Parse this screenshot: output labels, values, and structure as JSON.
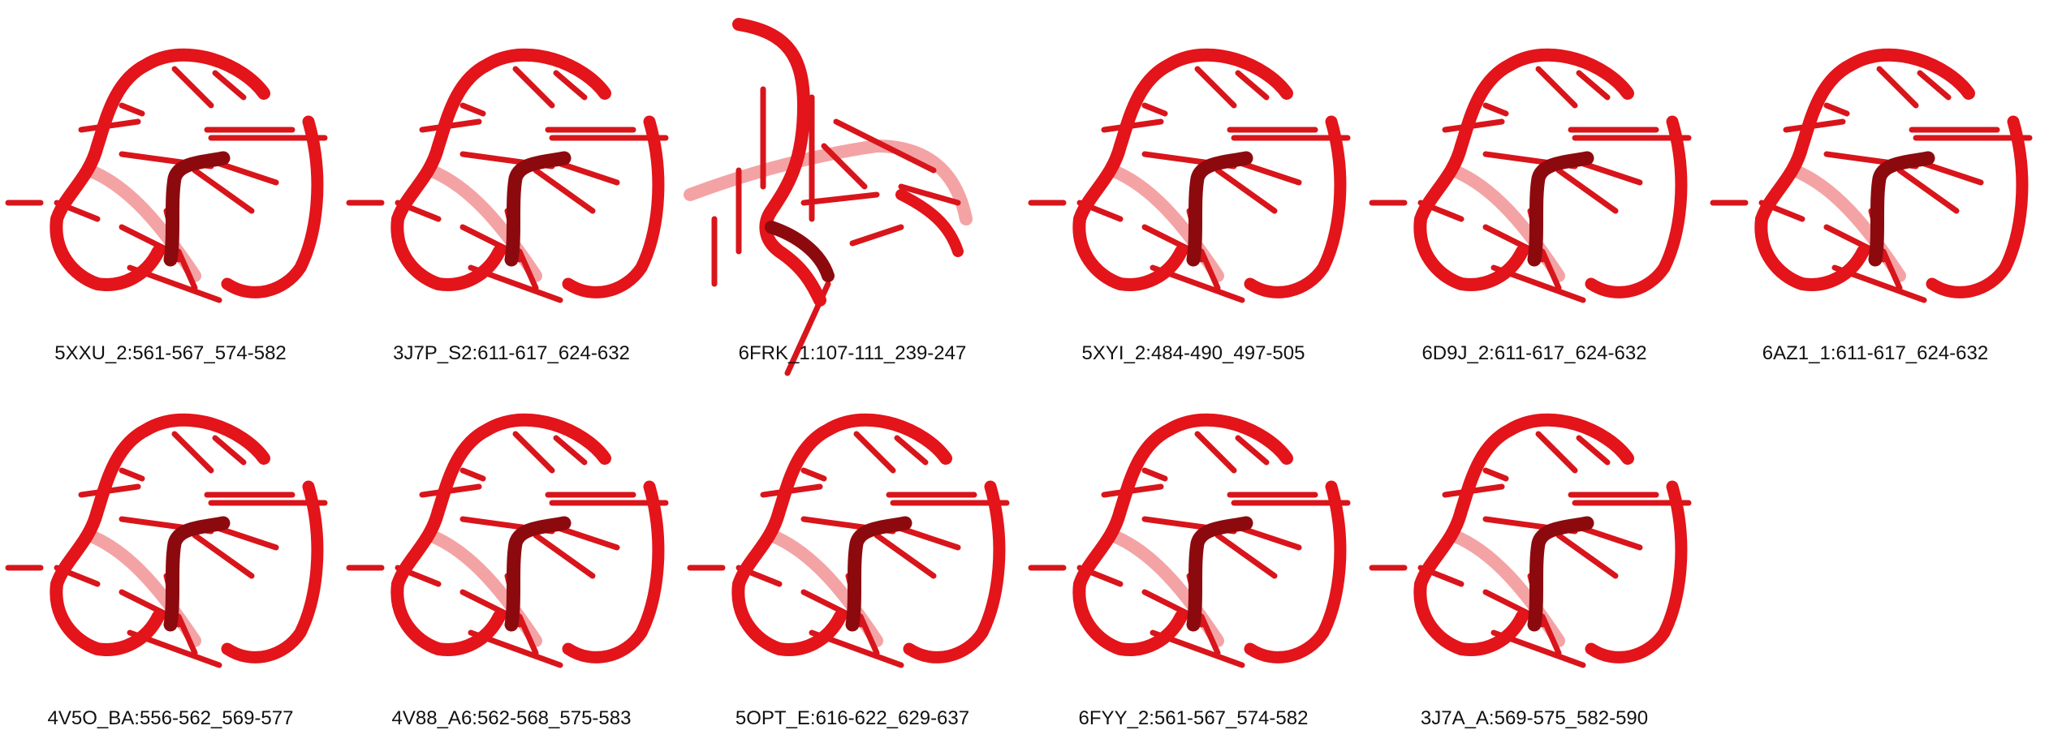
{
  "colors": {
    "backbone": "#e3141a",
    "backbone_dark": "#8c0a0e",
    "backbone_light": "#f4a3a5",
    "rungs": "#d8151b",
    "text": "#111111"
  },
  "structures": [
    {
      "label": "5XXU_2:561-567_574-582",
      "variant": "std"
    },
    {
      "label": "3J7P_S2:611-617_624-632",
      "variant": "std"
    },
    {
      "label": "6FRK_1:107-111_239-247",
      "variant": "alt"
    },
    {
      "label": "5XYI_2:484-490_497-505",
      "variant": "std"
    },
    {
      "label": "6D9J_2:611-617_624-632",
      "variant": "std"
    },
    {
      "label": "6AZ1_1:611-617_624-632",
      "variant": "std"
    },
    {
      "label": "4V5O_BA:556-562_569-577",
      "variant": "std"
    },
    {
      "label": "4V88_A6:562-568_575-583",
      "variant": "std"
    },
    {
      "label": "5OPT_E:616-622_629-637",
      "variant": "std"
    },
    {
      "label": "6FYY_2:561-567_574-582",
      "variant": "std"
    },
    {
      "label": "3J7A_A:569-575_582-590",
      "variant": "std"
    }
  ]
}
